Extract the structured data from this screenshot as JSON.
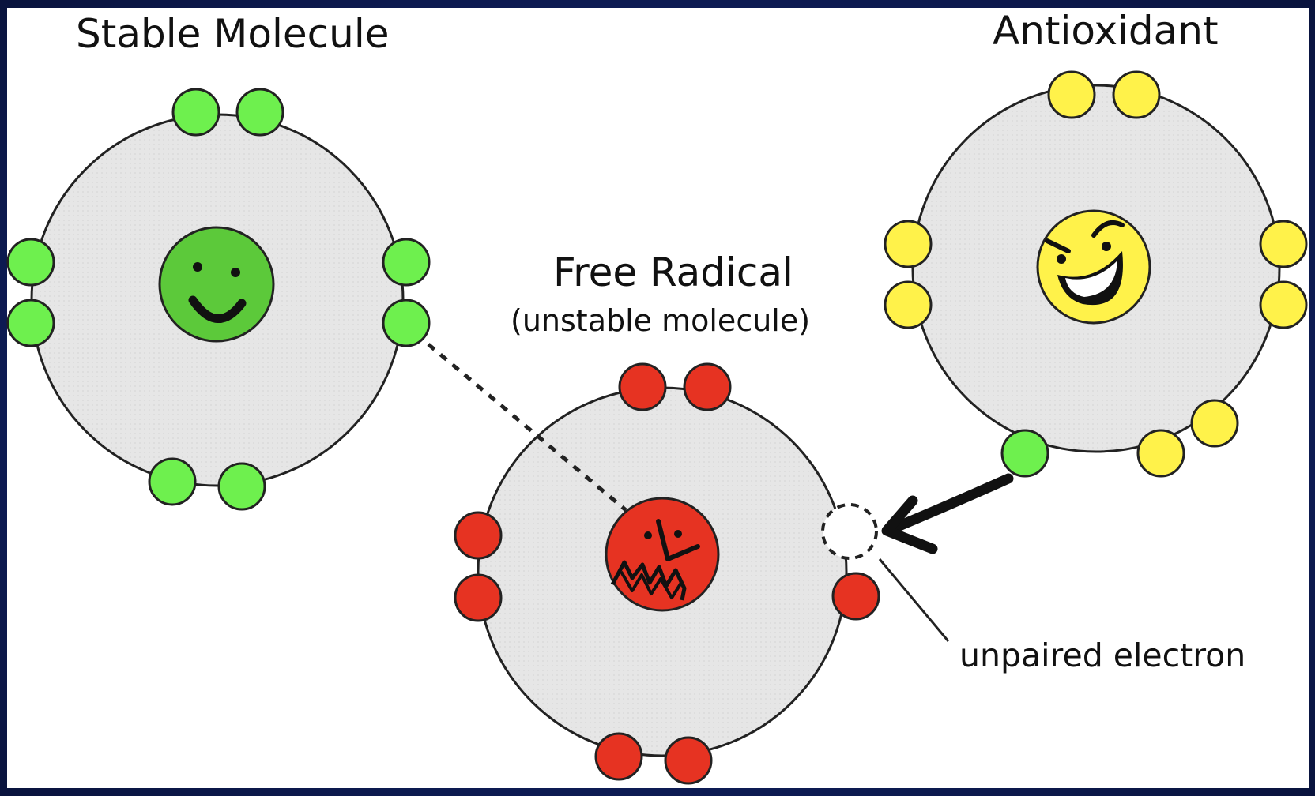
{
  "labels": {
    "stable": "Stable Molecule",
    "antioxidant": "Antioxidant",
    "radical": "Free Radical",
    "radical_sub": "(unstable molecule)",
    "unpaired": "unpaired electron"
  },
  "colors": {
    "stable_electron": "#6ef04e",
    "stable_face": "#5cc93a",
    "antioxidant_electron": "#fff24a",
    "radical_electron": "#e63322",
    "molecule_body": "#e8e8e8",
    "outline": "#222222"
  },
  "icons": {
    "stable_face": "happy-face-icon",
    "antioxidant_face": "grinning-face-icon",
    "radical_face": "angry-face-icon",
    "arrow": "curved-arrow-icon"
  }
}
